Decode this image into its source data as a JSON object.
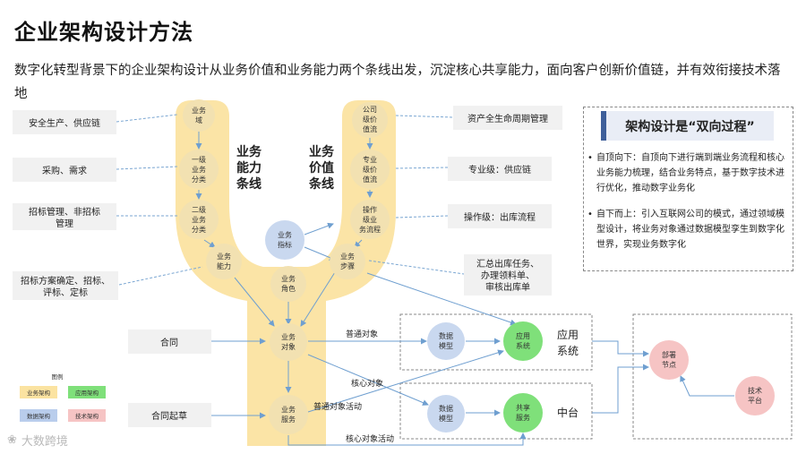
{
  "title": "企业架构设计方法",
  "subtitle": "数字化转型背景下的企业架构设计从业务价值和业务能力两个条线出发，沉淀核心共享能力，面向客户创新价值链，并有效衔接技术落地",
  "left_labels": {
    "l1": "安全生产、供应链",
    "l2": "采购、需求",
    "l3a": "招标管理、非招标",
    "l3b": "管理",
    "l4a": "招标方案确定、招标、",
    "l4b": "评标、定标",
    "l5": "合同",
    "l6": "合同起草"
  },
  "right_labels": {
    "r1": "资产全生命周期管理",
    "r2": "专业级：供应链",
    "r3": "操作级：出库流程",
    "r4a": "汇总出库任务、",
    "r4b": "办理领料单、",
    "r4c": "审核出库单"
  },
  "ability_line": {
    "a": "业务",
    "b": "能力",
    "c": "条线"
  },
  "value_line": {
    "a": "业务",
    "b": "价值",
    "c": "条线"
  },
  "nodes": {
    "yewu_yu": [
      "业务",
      "域"
    ],
    "yiji": [
      "一级",
      "业务",
      "分类"
    ],
    "erji": [
      "二级",
      "业务",
      "分类"
    ],
    "nengli": [
      "业务",
      "能力"
    ],
    "jiaose": [
      "业务",
      "角色"
    ],
    "duixiang": [
      "业务",
      "对象"
    ],
    "fuwu": [
      "业务",
      "服务"
    ],
    "gongsi": [
      "公司",
      "级价",
      "值流"
    ],
    "zhuanye": [
      "专业",
      "级价",
      "值流"
    ],
    "caozuo": [
      "操作",
      "级业",
      "务流程"
    ],
    "buzhou": [
      "业务",
      "步骤"
    ],
    "zhibiao": [
      "业务",
      "指标"
    ],
    "shuju1": [
      "数据",
      "模型"
    ],
    "yingyong": [
      "应用",
      "系统"
    ],
    "shuju2": [
      "数据",
      "模型"
    ],
    "gongxiang": [
      "共享",
      "服务"
    ],
    "bushu": [
      "部署",
      "节点"
    ],
    "jishu": [
      "技术",
      "平台"
    ]
  },
  "edges": {
    "putong_duixiang": "普通对象",
    "hexin_duixiang": "核心对象",
    "putong_huodong": "普通对象活动",
    "hexin_huodong": "核心对象活动"
  },
  "boxes": {
    "app_a": "应用",
    "app_b": "系统",
    "zhongtai": "中台"
  },
  "legend": {
    "title": "图例",
    "items": [
      "业务架构",
      "应用架构",
      "数据架构",
      "技术架构"
    ]
  },
  "right_panel": {
    "heading": "架构设计是“双向过程”",
    "bullet1": "自顶向下：自顶向下进行端到端业务流程和核心业务能力梳理，结合业务特点，基于数字技术进行优化，推动数字业务化",
    "bullet2": "自下而上：引入互联网公司的模式，通过领域模型设计，将业务对象通过数据模型孪生到数字化世界，实现业务数字化"
  },
  "logo": "大数跨境",
  "colors": {
    "business": "#fbe3a1",
    "application": "#7fe07a",
    "data": "#b9cdec",
    "technology": "#f6c4c4",
    "arrow": "#6f9fd0"
  }
}
